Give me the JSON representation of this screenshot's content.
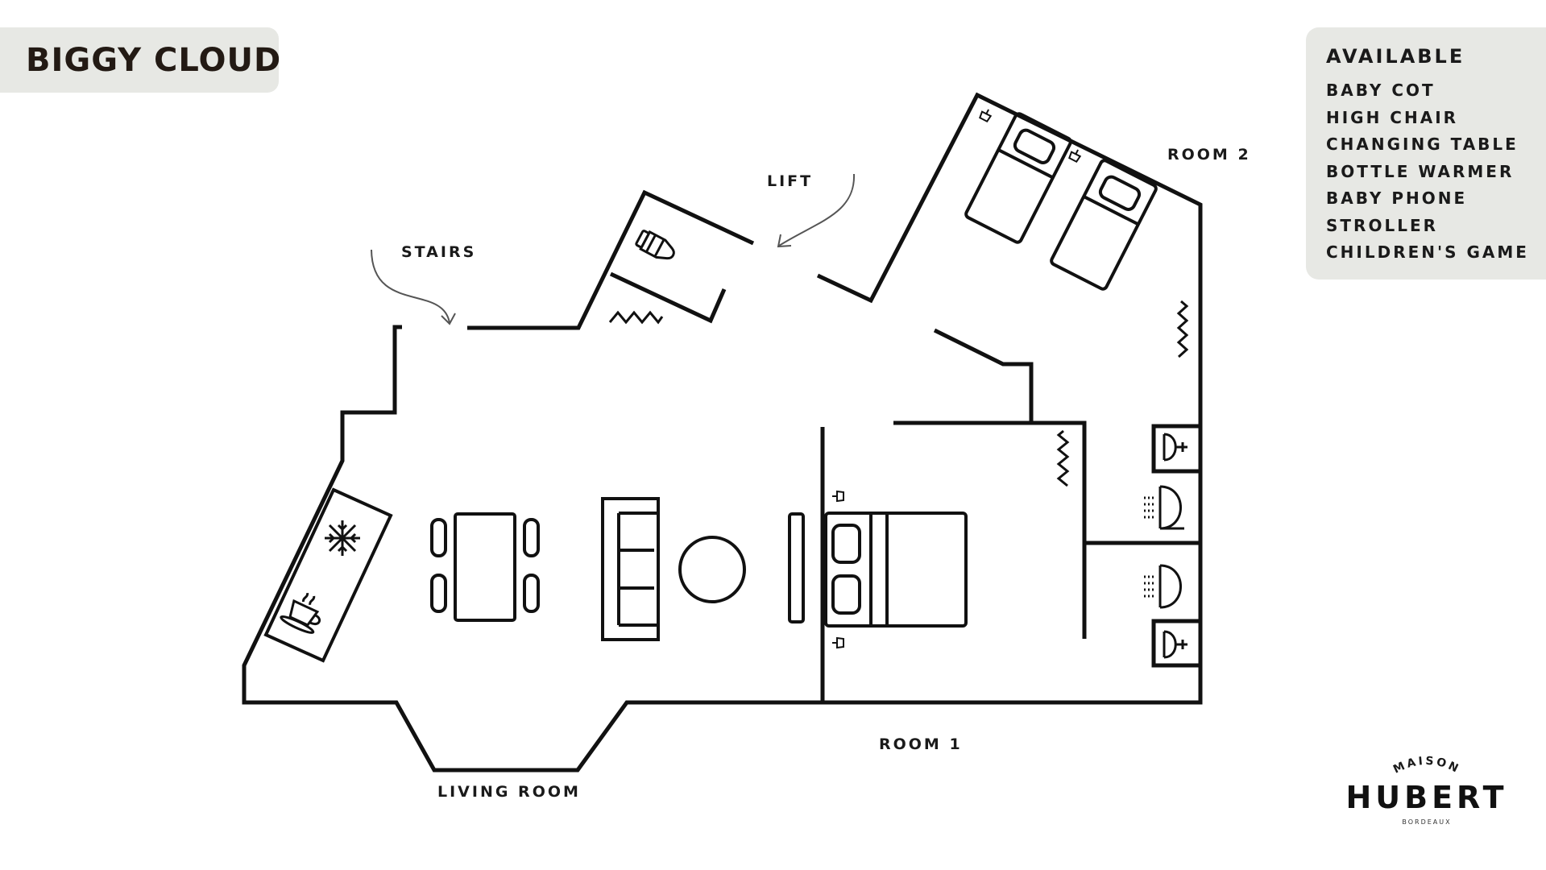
{
  "title": "BIGGY CLOUD",
  "available": {
    "heading": "AVAILABLE",
    "items": [
      "BABY COT",
      "HIGH CHAIR",
      "CHANGING TABLE",
      "BOTTLE WARMER",
      "BABY PHONE",
      "STROLLER",
      "CHILDREN'S GAME"
    ]
  },
  "labels": {
    "stairs": "STAIRS",
    "lift": "LIFT",
    "room2": "ROOM 2",
    "room1": "ROOM 1",
    "living_room": "LIVING ROOM"
  },
  "logo": {
    "top": "MAISON",
    "main": "HUBERT",
    "bottom": "BORDEAUX"
  },
  "colors": {
    "panel": "#e7e8e4",
    "ink": "#111111"
  }
}
